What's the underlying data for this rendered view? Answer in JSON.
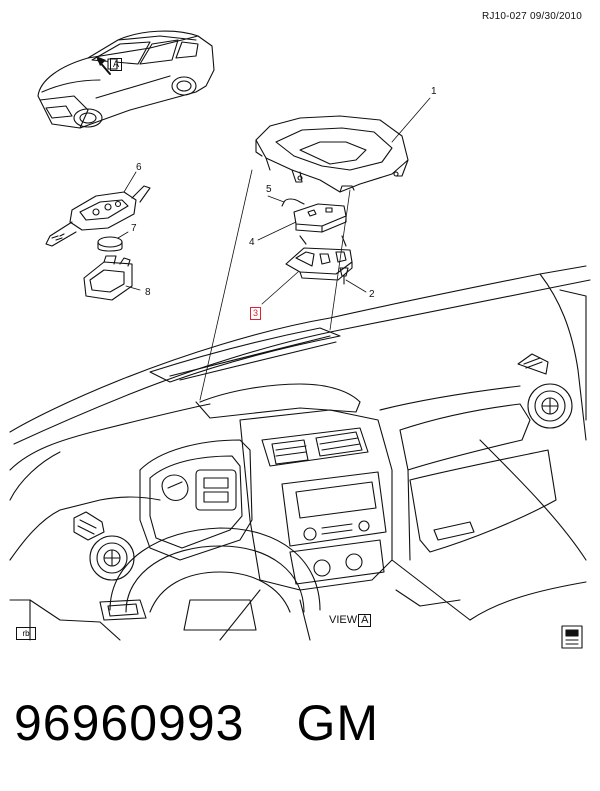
{
  "header": {
    "doc_id": "RJ10-027",
    "date": "09/30/2010"
  },
  "callouts": [
    "1",
    "2",
    "3",
    "4",
    "5",
    "6",
    "7",
    "8"
  ],
  "car_view_marker": "A",
  "view_label": {
    "prefix": "VIEW",
    "letter": "A"
  },
  "rb_box": "rb",
  "footer": {
    "part_number": "96960993",
    "brand": "GM"
  },
  "colors": {
    "line": "#111111",
    "highlight": "#d22233",
    "background": "#ffffff"
  }
}
